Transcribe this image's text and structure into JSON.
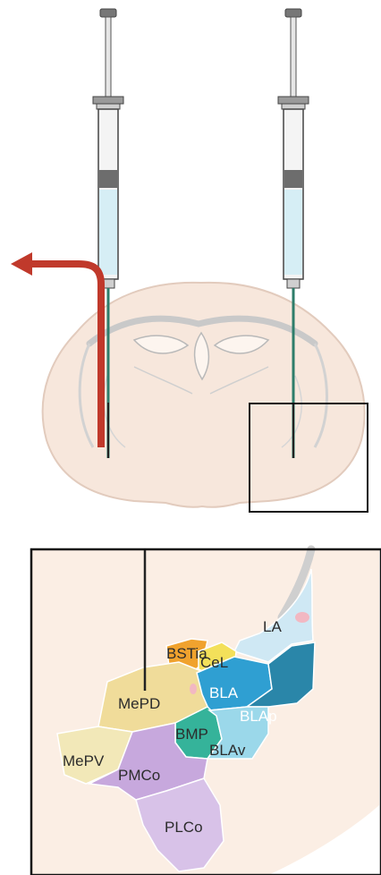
{
  "colors": {
    "brain_fill": "#f7e7dc",
    "brain_outline": "#e2cbbd",
    "white_matter": "#c9c9c9",
    "syringe_barrel_dark": "#6d6d6d",
    "syringe_liquid": "#d6eef5",
    "needle_green": "#2e7d6a",
    "arrow_red": "#c0392b",
    "frame": "#111111"
  },
  "regions": [
    {
      "id": "bstia",
      "label": "BSTia",
      "color": "#f0a22e"
    },
    {
      "id": "cel",
      "label": "CeL",
      "color": "#f3e05a"
    },
    {
      "id": "la",
      "label": "LA",
      "color": "#cfe8f4"
    },
    {
      "id": "mepd",
      "label": "MePD",
      "color": "#f0dc9a"
    },
    {
      "id": "bla",
      "label": "BLA",
      "color": "#2f9fd2"
    },
    {
      "id": "blap",
      "label": "BLAp",
      "color": "#2a86a9"
    },
    {
      "id": "bmp",
      "label": "BMP",
      "color": "#35b39a"
    },
    {
      "id": "blav",
      "label": "BLAv",
      "color": "#9bd8ea"
    },
    {
      "id": "mepv",
      "label": "MePV",
      "color": "#f2e8b8"
    },
    {
      "id": "pmco",
      "label": "PMCo",
      "color": "#c7a8dd"
    },
    {
      "id": "plco",
      "label": "PLCo",
      "color": "#d8c2e8"
    }
  ]
}
